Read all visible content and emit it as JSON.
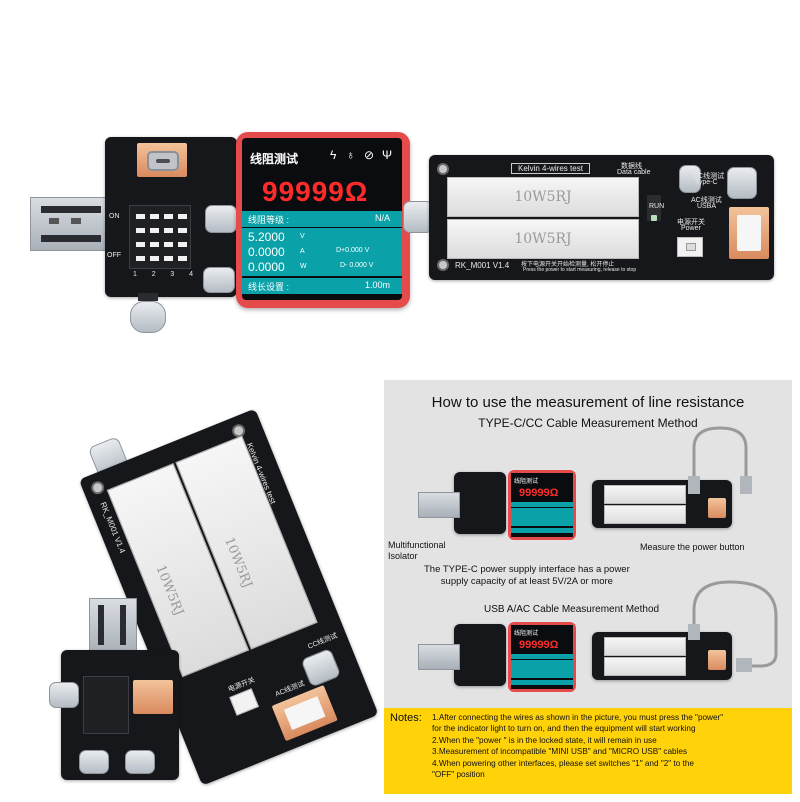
{
  "device_top": {
    "screen": {
      "title": "线阻测试",
      "icons": [
        "lightning-icon",
        "stethoscope-icon",
        "tag-icon",
        "usb-icon"
      ],
      "reading": "99999Ω",
      "grade_label": "线阻等级 :",
      "grade_value": "N/A",
      "voltage": "5.2000",
      "voltage_unit": "V",
      "current": "0.0000",
      "current_unit": "A",
      "power": "0.0000",
      "power_unit": "W",
      "dplus": "D+0.000 V",
      "dminus": "D- 0.000 V",
      "length_label": "线长设置 :",
      "length_value": "1.00m"
    },
    "switch_board": {
      "on_label": "ON",
      "off_label": "OFF",
      "numbers": [
        "1",
        "2",
        "3",
        "4"
      ]
    },
    "tester": {
      "kelvin_label": "Kelvin 4-wires test",
      "data_cable_cn": "数据线",
      "data_cable_en": "Data cable",
      "resistor_1": "10W5RJ",
      "resistor_2": "10W5RJ",
      "model": "RK_M001 V1.4",
      "instruction_cn": "按下电源开关开始检测量, 松开停止",
      "instruction_en": "Press the power          to start measuring, release to stop",
      "run_label": "RUN",
      "power_cn": "电源开关",
      "power_en": "Power",
      "cc_cn": "CC线测试",
      "cc_en": "Type-C",
      "ac_cn": "AC线测试",
      "ac_en": "USBA"
    }
  },
  "device_angled": {
    "kelvin_label": "Kelvin 4-wires test",
    "model": "RK_M001  V1.4",
    "resistor_1": "10W5RJ",
    "resistor_2": "10W5RJ",
    "power_cn": "电源开关",
    "cc_label": "CC线测试",
    "ac_label": "AC线测试"
  },
  "instructions": {
    "title": "How to use the measurement of line resistance",
    "section1": "TYPE-C/CC Cable Measurement Method",
    "callout_isolator": "Multifunctional\nIsolator",
    "callout_power_button": "Measure the power button",
    "callout_typec_supply": "The TYPE-C power supply interface has a power\nsupply capacity of at least 5V/2A or more",
    "section2": "USB A/AC Cable Measurement Method",
    "mini_reading": "99999Ω",
    "mini_title": "线阻测试",
    "notes_label": "Notes:",
    "notes": [
      "1.After connecting the wires as shown in the picture, you must press the \"power\"",
      "  for the  indicator light to turn on, and then the equipment will start working",
      "2.When the \"power \" is in the locked state, it will remain in use",
      "3.Measurement of incompatible \"MINI USB\" and \"MICRO USB\" cables",
      "4.When powering other interfaces, please set switches \"1\" and \"2\" to the",
      "\"OFF\" position"
    ]
  },
  "colors": {
    "reading_red": "#ff2b2b",
    "teal_bar": "#0aa2a8",
    "notes_yellow": "#ffd20a",
    "screen_frame_red": "#e64b4b"
  }
}
